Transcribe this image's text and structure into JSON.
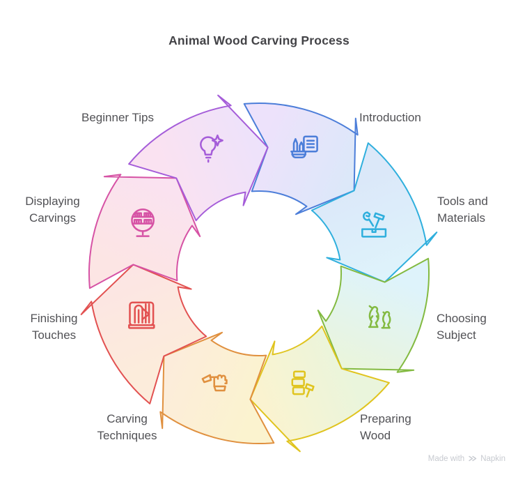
{
  "title": "Animal Wood Carving Process",
  "watermark": {
    "prefix": "Made with",
    "brand": "Napkin"
  },
  "steps": [
    {
      "id": "introduction",
      "lines": [
        "Introduction"
      ],
      "icon": "carving-tools-and-document-icon",
      "stroke": "#4c7ed9",
      "fill": "#dbe8f9"
    },
    {
      "id": "tools-and-materials",
      "lines": [
        "Tools and",
        "Materials"
      ],
      "icon": "wrench-hammer-toolbox-icon",
      "stroke": "#2fafdd",
      "fill": "#def3fb"
    },
    {
      "id": "choosing-subject",
      "lines": [
        "Choosing",
        "Subject"
      ],
      "icon": "meerkats-icon",
      "stroke": "#83ba41",
      "fill": "#eaf5dc"
    },
    {
      "id": "preparing-wood",
      "lines": [
        "Preparing",
        "Wood"
      ],
      "icon": "wood-blocks-mallet-icon",
      "stroke": "#e0c41f",
      "fill": "#fbf3cf"
    },
    {
      "id": "carving-techniques",
      "lines": [
        "Carving",
        "Techniques"
      ],
      "icon": "hand-carving-tool-icon",
      "stroke": "#e0903f",
      "fill": "#fcecdb"
    },
    {
      "id": "finishing-touches",
      "lines": [
        "Finishing",
        "Touches"
      ],
      "icon": "carved-panel-icon",
      "stroke": "#e25151",
      "fill": "#fce5e4"
    },
    {
      "id": "displaying-carvings",
      "lines": [
        "Displaying",
        "Carvings"
      ],
      "icon": "display-shelf-icon",
      "stroke": "#d653a5",
      "fill": "#fae2f1"
    },
    {
      "id": "beginner-tips",
      "lines": [
        "Beginner Tips"
      ],
      "icon": "lightbulb-sparkle-icon",
      "stroke": "#a55dd9",
      "fill": "#ede2fb"
    }
  ]
}
